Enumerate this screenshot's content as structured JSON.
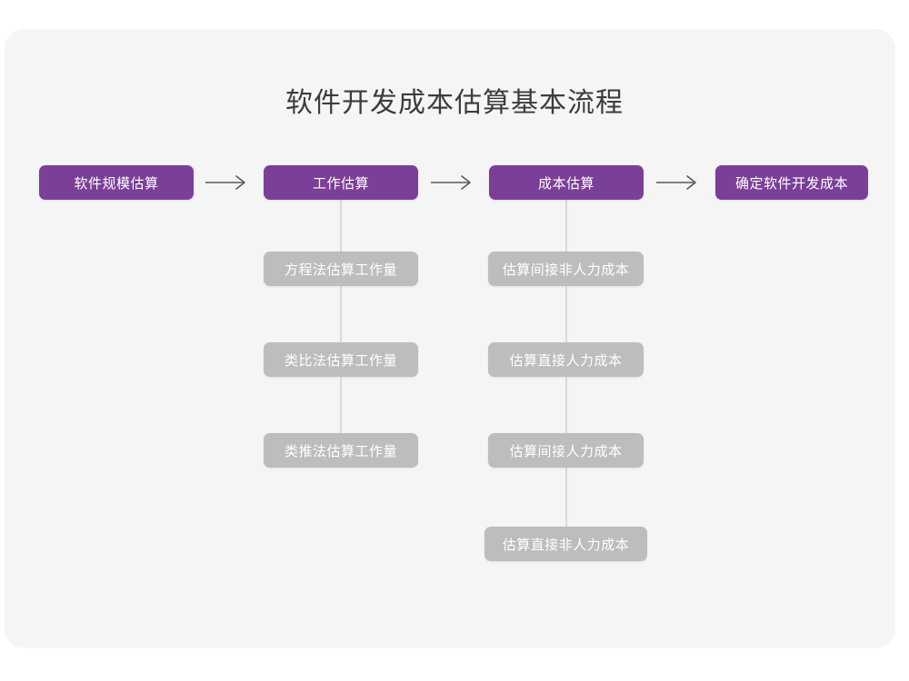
{
  "panel": {
    "background_color": "#f5f5f5",
    "page_background_color": "#ffffff"
  },
  "title": "软件开发成本估算基本流程",
  "theme": {
    "stage_color": "#7b3f98",
    "sub_color": "#bdbdbd",
    "connector_color": "#d9d9d9",
    "arrow_color": "#5a5a5a",
    "title_color": "#3c3c3c",
    "box_text_color": "#ffffff"
  },
  "flow": {
    "arrow_glyph": "⟶",
    "arrows": [
      {
        "name": "arrow-1"
      },
      {
        "name": "arrow-2"
      },
      {
        "name": "arrow-3"
      }
    ],
    "stages": [
      {
        "id": "stage-1",
        "label": "软件规模估算",
        "substeps": []
      },
      {
        "id": "stage-2",
        "label": "工作估算",
        "substeps": [
          "方程法估算工作量",
          "类比法估算工作量",
          "类推法估算工作量"
        ]
      },
      {
        "id": "stage-3",
        "label": "成本估算",
        "substeps": [
          "估算间接非人力成本",
          "估算直接人力成本",
          "估算间接人力成本",
          "估算直接非人力成本"
        ]
      },
      {
        "id": "stage-4",
        "label": "确定软件开发成本",
        "substeps": []
      }
    ]
  }
}
